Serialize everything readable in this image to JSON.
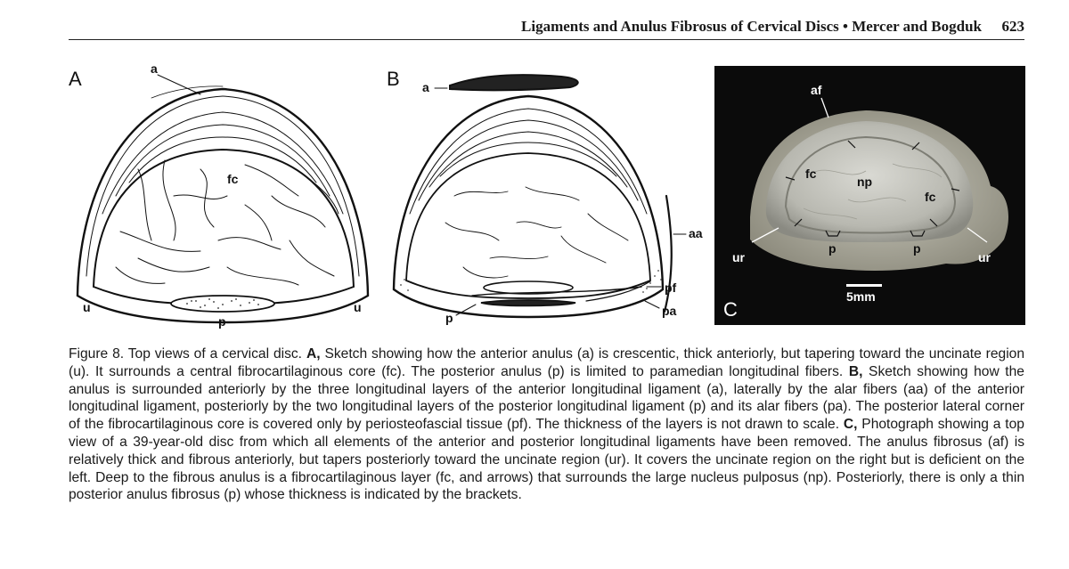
{
  "header": {
    "title": "Ligaments and Anulus Fibrosus of Cervical Discs",
    "separator": "•",
    "authors": "Mercer and Bogduk",
    "page_number": "623"
  },
  "figure": {
    "panel_a": {
      "letter": "A",
      "labels": {
        "a": "a",
        "fc": "fc",
        "u_left": "u",
        "u_right": "u",
        "p": "p"
      }
    },
    "panel_b": {
      "letter": "B",
      "labels": {
        "a": "a",
        "aa": "aa",
        "pf": "pf",
        "p": "p",
        "pa": "pa"
      }
    },
    "panel_c": {
      "letter": "C",
      "labels": {
        "af": "af",
        "fc_left": "fc",
        "np": "np",
        "fc_right": "fc",
        "ur_left": "ur",
        "ur_right": "ur",
        "p_left": "p",
        "p_right": "p",
        "scale": "5mm"
      }
    }
  },
  "caption": {
    "lead": "Figure 8. Top views of a cervical disc.",
    "a_ref": "A,",
    "a_text": "Sketch showing how the anterior anulus (a) is crescentic, thick anteriorly, but tapering toward the uncinate region (u). It surrounds a central fibrocartilaginous core (fc). The posterior anulus (p) is limited to paramedian longitudinal fibers.",
    "b_ref": "B,",
    "b_text": "Sketch showing how the anulus is surrounded anteriorly by the three longitudinal layers of the anterior longitudinal ligament (a), laterally by the alar fibers (aa) of the anterior longitudinal ligament, posteriorly by the two longitudinal layers of the posterior longitudinal ligament (p) and its alar fibers (pa). The posterior lateral corner of the fibrocartilaginous core is covered only by periosteofascial tissue (pf). The thickness of the layers is not drawn to scale.",
    "c_ref": "C,",
    "c_text": "Photograph showing a top view of a 39-year-old disc from which all elements of the anterior and posterior longitudinal ligaments have been removed. The anulus fibrosus (af) is relatively thick and fibrous anteriorly, but tapers posteriorly toward the uncinate region (ur). It covers the uncinate region on the right but is deficient on the left. Deep to the fibrous anulus is a fibrocartilaginous layer (fc, and arrows) that surrounds the large nucleus pulposus (np). Posteriorly, there is only a thin posterior anulus fibrosus (p) whose thickness is indicated by the brackets."
  }
}
